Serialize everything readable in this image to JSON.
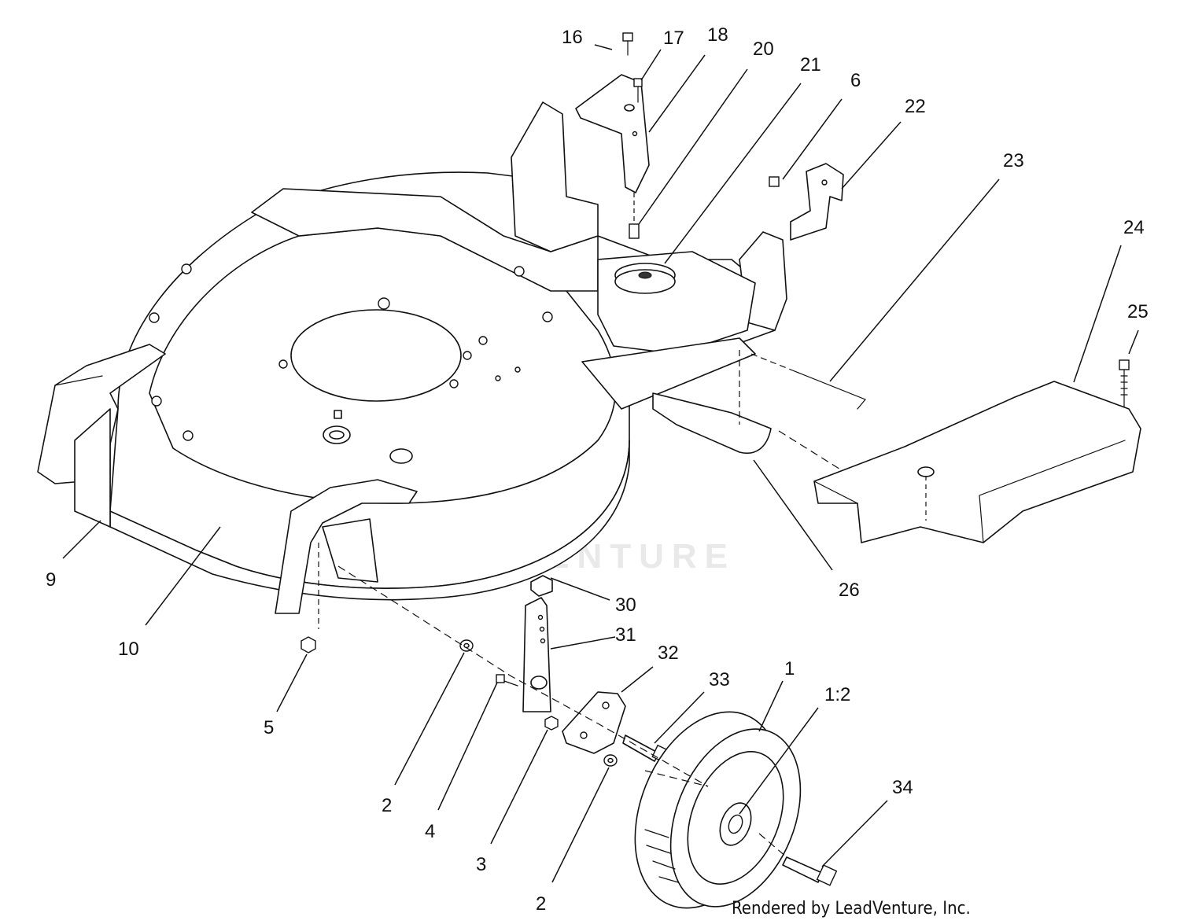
{
  "callouts": [
    {
      "id": "16",
      "text": "16"
    },
    {
      "id": "17",
      "text": "17"
    },
    {
      "id": "18",
      "text": "18"
    },
    {
      "id": "20",
      "text": "20"
    },
    {
      "id": "21",
      "text": "21"
    },
    {
      "id": "6",
      "text": "6"
    },
    {
      "id": "22",
      "text": "22"
    },
    {
      "id": "23",
      "text": "23"
    },
    {
      "id": "24",
      "text": "24"
    },
    {
      "id": "25",
      "text": "25"
    },
    {
      "id": "9",
      "text": "9"
    },
    {
      "id": "10",
      "text": "10"
    },
    {
      "id": "26",
      "text": "26"
    },
    {
      "id": "30",
      "text": "30"
    },
    {
      "id": "31",
      "text": "31"
    },
    {
      "id": "32",
      "text": "32"
    },
    {
      "id": "33",
      "text": "33"
    },
    {
      "id": "1",
      "text": "1"
    },
    {
      "id": "1:2",
      "text": "1:2"
    },
    {
      "id": "34",
      "text": "34"
    },
    {
      "id": "5",
      "text": "5"
    },
    {
      "id": "2a",
      "text": "2"
    },
    {
      "id": "4",
      "text": "4"
    },
    {
      "id": "3",
      "text": "3"
    },
    {
      "id": "2b",
      "text": "2"
    }
  ],
  "watermark": "LEADVENTURE",
  "credit": "Rendered by LeadVenture, Inc.",
  "colors": {
    "line": "#111111",
    "paper": "#ffffff",
    "watermark": "#e9e9e9"
  }
}
